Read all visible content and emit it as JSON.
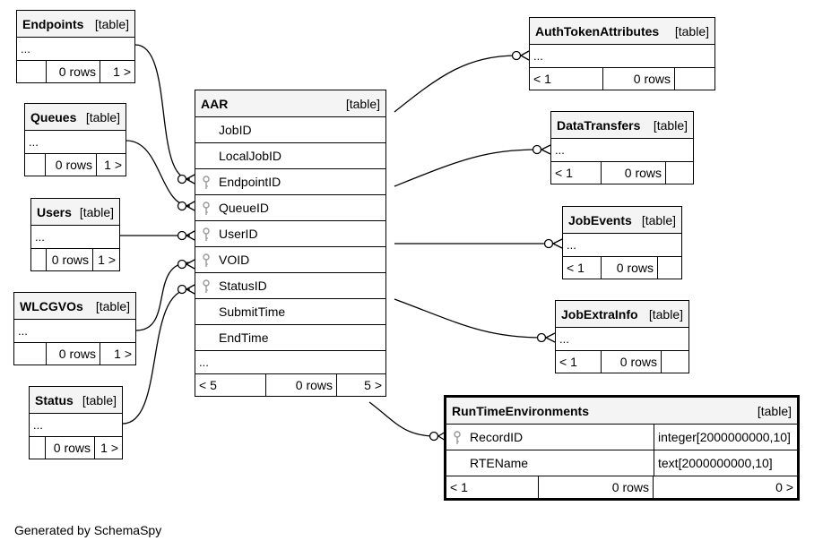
{
  "tables": {
    "endpoints": {
      "name": "Endpoints",
      "type": "[table]",
      "dots": "...",
      "parents": "",
      "rows": "0 rows",
      "children": "1 >"
    },
    "queues": {
      "name": "Queues",
      "type": "[table]",
      "dots": "...",
      "parents": "",
      "rows": "0 rows",
      "children": "1 >"
    },
    "users": {
      "name": "Users",
      "type": "[table]",
      "dots": "...",
      "parents": "",
      "rows": "0 rows",
      "children": "1 >"
    },
    "wlcgvos": {
      "name": "WLCGVOs",
      "type": "[table]",
      "dots": "...",
      "parents": "",
      "rows": "0 rows",
      "children": "1 >"
    },
    "status": {
      "name": "Status",
      "type": "[table]",
      "dots": "...",
      "parents": "",
      "rows": "0 rows",
      "children": "1 >"
    },
    "aar": {
      "name": "AAR",
      "type": "[table]",
      "dots": "...",
      "parents": "< 5",
      "rows": "0 rows",
      "children": "5 >",
      "columns": [
        {
          "name": "JobID",
          "key": false
        },
        {
          "name": "LocalJobID",
          "key": false
        },
        {
          "name": "EndpointID",
          "key": true
        },
        {
          "name": "QueueID",
          "key": true
        },
        {
          "name": "UserID",
          "key": true
        },
        {
          "name": "VOID",
          "key": true
        },
        {
          "name": "StatusID",
          "key": true
        },
        {
          "name": "SubmitTime",
          "key": false
        },
        {
          "name": "EndTime",
          "key": false
        }
      ]
    },
    "authtoken": {
      "name": "AuthTokenAttributes",
      "type": "[table]",
      "dots": "...",
      "parents": "< 1",
      "rows": "0 rows",
      "children": ""
    },
    "datatransfers": {
      "name": "DataTransfers",
      "type": "[table]",
      "dots": "...",
      "parents": "< 1",
      "rows": "0 rows",
      "children": ""
    },
    "jobevents": {
      "name": "JobEvents",
      "type": "[table]",
      "dots": "...",
      "parents": "< 1",
      "rows": "0 rows",
      "children": ""
    },
    "jobextrainfo": {
      "name": "JobExtraInfo",
      "type": "[table]",
      "dots": "...",
      "parents": "< 1",
      "rows": "0 rows",
      "children": ""
    },
    "rte": {
      "name": "RunTimeEnvironments",
      "type": "[table]",
      "parents": "< 1",
      "rows": "0 rows",
      "children": "0 >",
      "columns": [
        {
          "name": "RecordID",
          "key": true,
          "type": "integer[2000000000,10]"
        },
        {
          "name": "RTEName",
          "key": false,
          "type": "text[2000000000,10]"
        }
      ]
    }
  },
  "footer": "Generated by SchemaSpy"
}
